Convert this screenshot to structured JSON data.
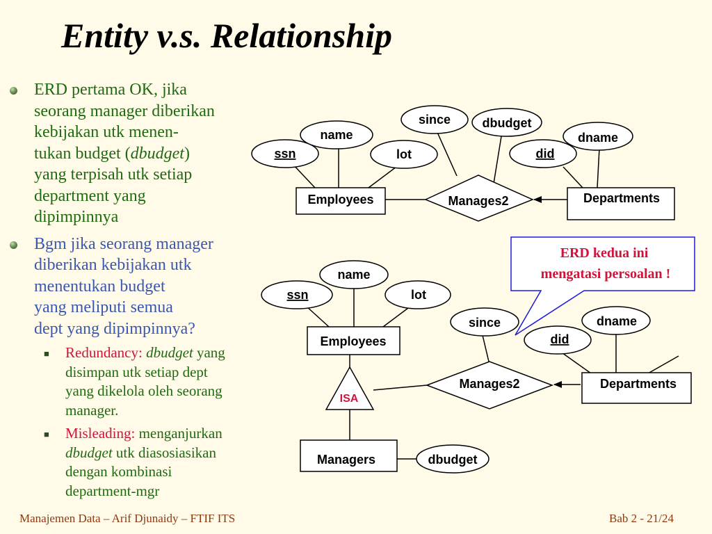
{
  "title": "Entity v.s. Relationship",
  "bullet1": {
    "lines": [
      "ERD pertama OK, jika",
      "seorang manager diberikan",
      "kebijakan utk menen-",
      "tukan budget (",
      "dbudget",
      ")",
      "yang terpisah utk setiap",
      "department yang",
      "dipimpinnya"
    ]
  },
  "bullet2": {
    "lines": [
      "Bgm jika seorang manager",
      "diberikan kebijakan utk",
      "menentukan budget",
      "yang meliputi semua",
      "dept yang dipimpinnya?"
    ]
  },
  "sub1": {
    "label": "Redundancy:",
    "em": "dbudget",
    "rest1": " yang",
    "lines": [
      "disimpan utk setiap dept",
      "yang dikelola oleh seorang",
      "manager."
    ]
  },
  "sub2": {
    "label": "Misleading:",
    "rest1": " menganjurkan",
    "em": "dbudget",
    "rest2": " utk diasosiasikan",
    "lines": [
      "dengan kombinasi",
      "department-mgr"
    ]
  },
  "erd1": {
    "ssn": "ssn",
    "name": "name",
    "lot": "lot",
    "since": "since",
    "dbudget": "dbudget",
    "did": "did",
    "dname": "dname",
    "employees": "Employees",
    "manages2": "Manages2",
    "departments": "Departments"
  },
  "erd2": {
    "ssn": "ssn",
    "name": "name",
    "lot": "lot",
    "since": "since",
    "did": "did",
    "dname": "dname",
    "employees": "Employees",
    "isa": "ISA",
    "manages2": "Manages2",
    "departments": "Departments",
    "managers": "Managers",
    "dbudget": "dbudget"
  },
  "callout": {
    "line1": "ERD kedua ini",
    "line2": "mengatasi persoalan !"
  },
  "footer": {
    "left": "Manajemen Data – Arif Djunaidy – FTIF ITS",
    "right": "Bab 2 - 21/24"
  }
}
